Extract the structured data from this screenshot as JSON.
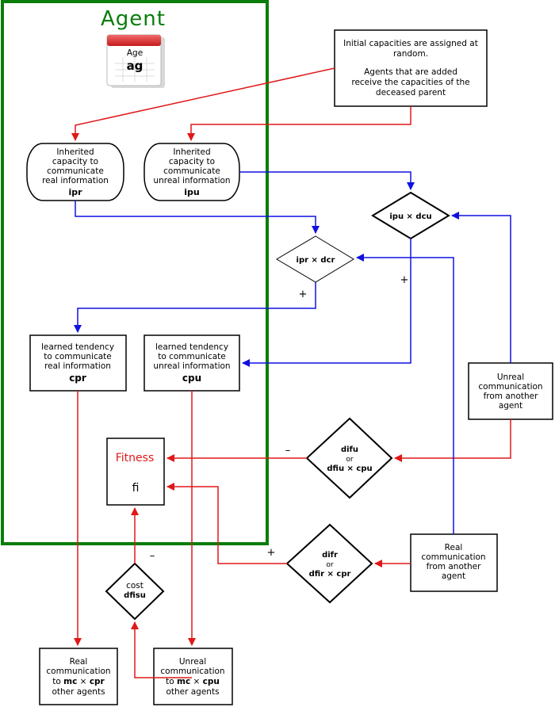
{
  "agent": {
    "title": "Agent",
    "age_label": "Age",
    "age_var": "ag"
  },
  "note_box": {
    "lines": [
      "Initial capacities are assigned at",
      "random.",
      "",
      "Agents that are added",
      "receive the capacities of the",
      "deceased parent"
    ]
  },
  "inherited_real": {
    "lines": [
      "Inherited",
      "capacity to",
      "communicate",
      "real information"
    ],
    "var": "ipr"
  },
  "inherited_unreal": {
    "lines": [
      "Inherited",
      "capacity to",
      "communicate",
      "unreal information"
    ],
    "var": "ipu"
  },
  "learned_real": {
    "lines": [
      "learned tendency",
      "to communicate",
      "real information"
    ],
    "var": "cpr"
  },
  "learned_unreal": {
    "lines": [
      "learned tendency",
      "to communicate",
      "unreal information"
    ],
    "var": "cpu"
  },
  "diamond_ipu": {
    "text": "ipu × dcu"
  },
  "diamond_ipr": {
    "text": "ipr × dcr"
  },
  "diamond_difu": {
    "line1": "difu",
    "line2": "or",
    "line3": "dfiu × cpu"
  },
  "diamond_difr": {
    "line1": "difr",
    "line2": "or",
    "line3": "dfir × cpr"
  },
  "diamond_cost": {
    "line1": "cost",
    "line2": "dfisu"
  },
  "fitness": {
    "title": "Fitness",
    "var": "fi"
  },
  "unreal_from_another": {
    "lines": [
      "Unreal",
      "communication",
      "from another",
      "agent"
    ]
  },
  "real_from_another": {
    "lines": [
      "Real",
      "communication",
      "from another",
      "agent"
    ]
  },
  "real_to_others": {
    "line1": "Real",
    "line2": "communication",
    "line3_prefix": "to ",
    "line3_bold": "mc",
    "line3_mid": " × ",
    "line3_var": "cpr",
    "line4": "other agents"
  },
  "unreal_to_others": {
    "line1": "Unreal",
    "line2": "communication",
    "line3_prefix": "to ",
    "line3_bold": "mc",
    "line3_mid": " × ",
    "line3_var": "cpu",
    "line4": "other agents"
  },
  "signs": {
    "plus_ipr": "+",
    "plus_ipu": "+",
    "minus_difu": "–",
    "plus_difr": "+",
    "minus_cost": "–"
  },
  "colors": {
    "agent_border": "#0a7d0a",
    "red_arrow": "#e01818",
    "blue_arrow": "#1010e0",
    "fitness_title": "#e01818"
  }
}
